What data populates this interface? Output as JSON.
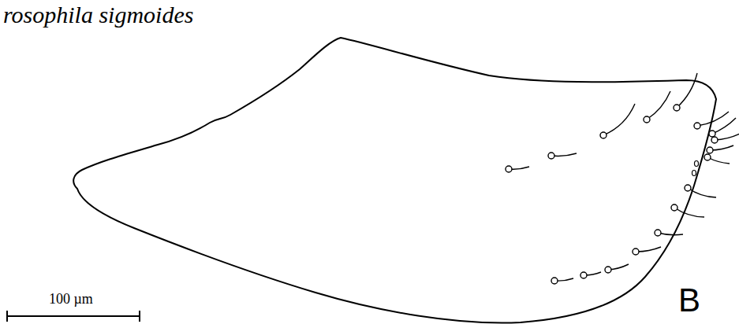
{
  "diagram": {
    "labels": [
      "rosophila sigmoides",
      "100 µm",
      "B"
    ]
  }
}
